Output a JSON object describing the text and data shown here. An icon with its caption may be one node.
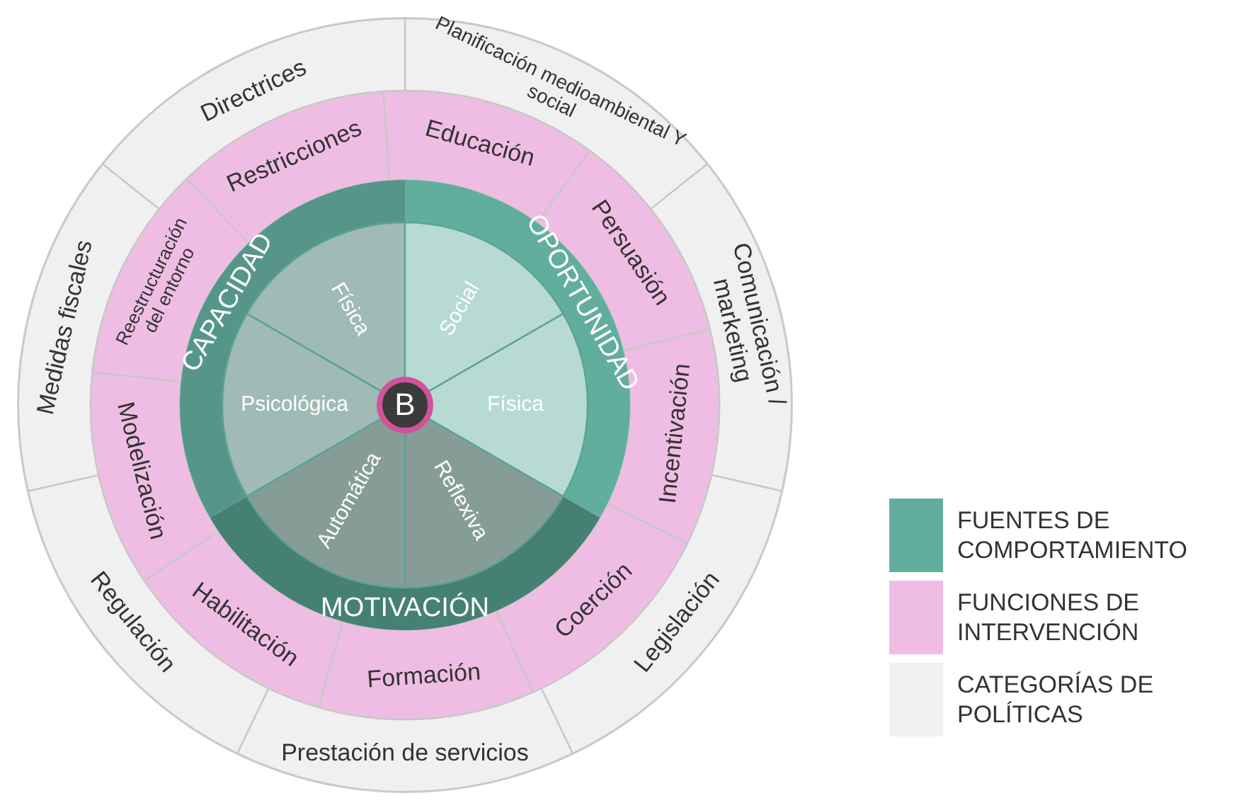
{
  "diagram": {
    "nodes": [
      {
        "text": [
          "B"
        ]
      },
      {
        "text": [
          "CAPACIDAD"
        ]
      },
      {
        "text": [
          "OPORTUNIDAD"
        ]
      },
      {
        "text": [
          "MOTIVACIÓN"
        ]
      },
      {
        "text": [
          "Física"
        ]
      },
      {
        "text": [
          "Psicológica"
        ]
      },
      {
        "text": [
          "Social"
        ]
      },
      {
        "text": [
          "Física"
        ]
      },
      {
        "text": [
          "Automática"
        ]
      },
      {
        "text": [
          "Reflexiva"
        ]
      },
      {
        "text": [
          "Educación"
        ]
      },
      {
        "text": [
          "Persuasión"
        ]
      },
      {
        "text": [
          "Incentivación"
        ]
      },
      {
        "text": [
          "Coerción"
        ]
      },
      {
        "text": [
          "Formación"
        ]
      },
      {
        "text": [
          "Habilitación"
        ]
      },
      {
        "text": [
          "Modelización"
        ]
      },
      {
        "text": [
          "Reestructuración del entorno"
        ]
      },
      {
        "text": [
          "Restricciones"
        ]
      },
      {
        "text": [
          "Planificación medioambiental Y social"
        ]
      },
      {
        "text": [
          "Comunicación / marketing"
        ]
      },
      {
        "text": [
          "Legislación"
        ]
      },
      {
        "text": [
          "Prestación de servicios"
        ]
      },
      {
        "text": [
          "Regulación"
        ]
      },
      {
        "text": [
          "Medidas fiscales"
        ]
      },
      {
        "text": [
          "Directrices"
        ]
      }
    ],
    "legend": [
      {
        "text": "FUENTES DE COMPORTAMIENTO",
        "color": "#62ae9e"
      },
      {
        "text": "FUNCIONES DE INTERVENCIÓN",
        "color": "#efbde3"
      },
      {
        "text": "CATEGORÍAS DE POLÍTICAS",
        "color": "#f0f0f0"
      }
    ]
  }
}
